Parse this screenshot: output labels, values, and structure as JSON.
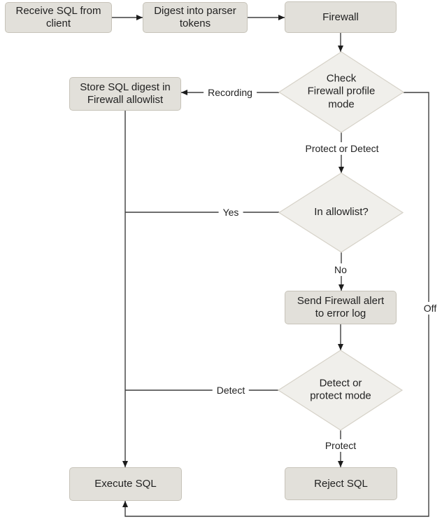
{
  "colors": {
    "background": "#ffffff",
    "node_fill": "#e2e0da",
    "node_border": "#c7c3b9",
    "diamond_fill": "#f0efeb",
    "diamond_border": "#d6d2c8",
    "line": "#3f3f3f",
    "arrow": "#1c1c1c",
    "text": "#222222"
  },
  "nodes": {
    "receive": "Receive SQL from\nclient",
    "digest": "Digest into parser\ntokens",
    "firewall": "Firewall",
    "store": "Store SQL digest in\nFirewall allowlist",
    "check_mode": "Check\nFirewall profile\nmode",
    "in_allowlist": "In allowlist?",
    "send_alert": "Send Firewall alert\nto error log",
    "detect_mode": "Detect or\nprotect mode",
    "execute": "Execute SQL",
    "reject": "Reject SQL"
  },
  "edge_labels": {
    "recording": "Recording",
    "protect_or_detect": "Protect or Detect",
    "yes": "Yes",
    "no": "No",
    "off": "Off",
    "detect": "Detect",
    "protect": "Protect"
  }
}
